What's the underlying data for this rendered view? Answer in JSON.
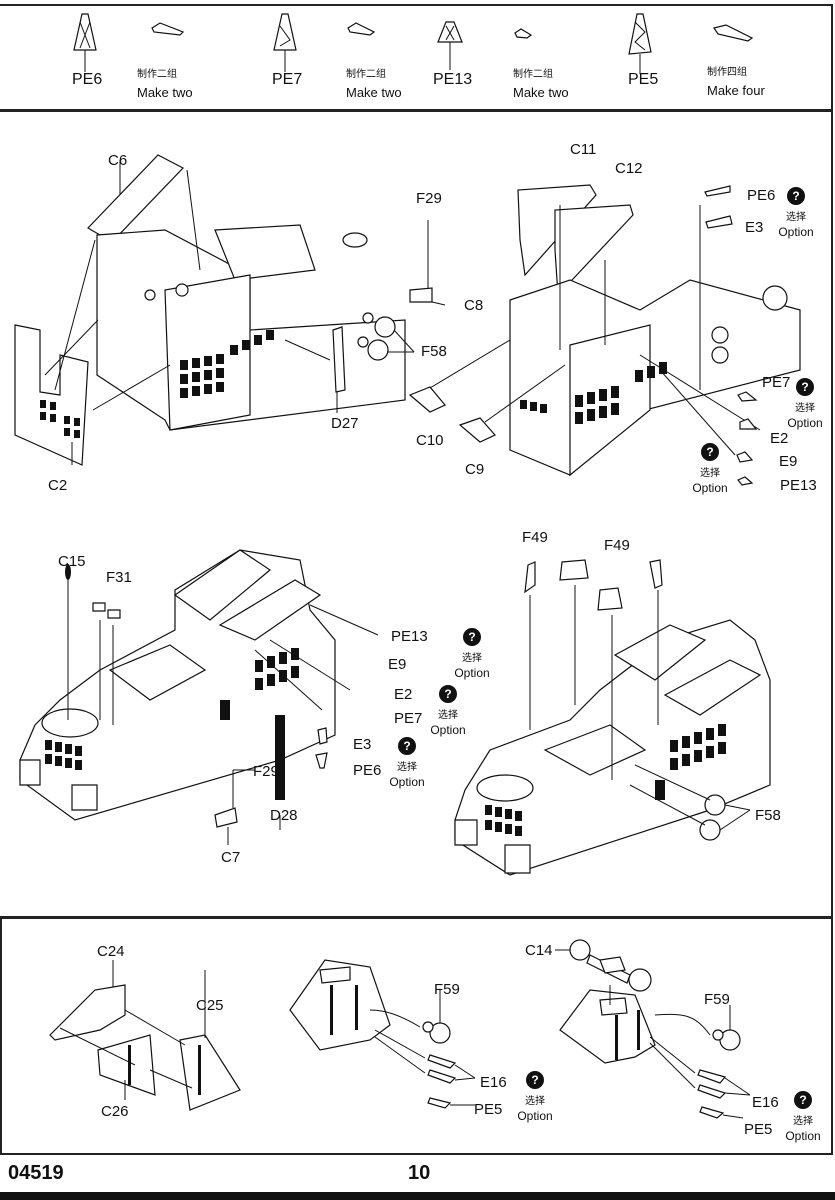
{
  "top_legend": [
    {
      "part": "PE6",
      "note_cn": "制作二组",
      "note_en": "Make two"
    },
    {
      "part": "PE7",
      "note_cn": "制作二组",
      "note_en": "Make two"
    },
    {
      "part": "PE13",
      "note_cn": "制作二组",
      "note_en": "Make two"
    },
    {
      "part": "PE5",
      "note_cn": "制作四组",
      "note_en": "Make four"
    }
  ],
  "option": {
    "icon": "?",
    "cn": "选择",
    "en": "Option"
  },
  "step1": {
    "labels": {
      "c6": "C6",
      "c2": "C2",
      "d27": "D27",
      "f29": "F29",
      "c8": "C8",
      "f58": "F58"
    }
  },
  "step2": {
    "labels": {
      "c11": "C11",
      "c12": "C12",
      "c10": "C10",
      "c9": "C9",
      "pe6": "PE6",
      "e3": "E3",
      "pe7": "PE7",
      "e2": "E2",
      "e9": "E9",
      "pe13": "PE13"
    }
  },
  "step3": {
    "labels": {
      "c15": "C15",
      "f31": "F31",
      "pe13": "PE13",
      "e9": "E9",
      "e2": "E2",
      "pe7": "PE7",
      "e3": "E3",
      "pe6": "PE6",
      "f29": "F29",
      "d28": "D28",
      "c7": "C7"
    }
  },
  "step4": {
    "labels": {
      "f49a": "F49",
      "f49b": "F49",
      "f58": "F58"
    }
  },
  "step5": {
    "labels": {
      "c24": "C24",
      "c25": "C25",
      "c26": "C26"
    }
  },
  "step6": {
    "labels": {
      "f59": "F59",
      "e16": "E16",
      "pe5": "PE5"
    }
  },
  "step7": {
    "labels": {
      "c14": "C14",
      "f59": "F59",
      "e16": "E16",
      "pe5": "PE5"
    }
  },
  "footer": {
    "kit_number": "04519",
    "page_number": "10"
  }
}
